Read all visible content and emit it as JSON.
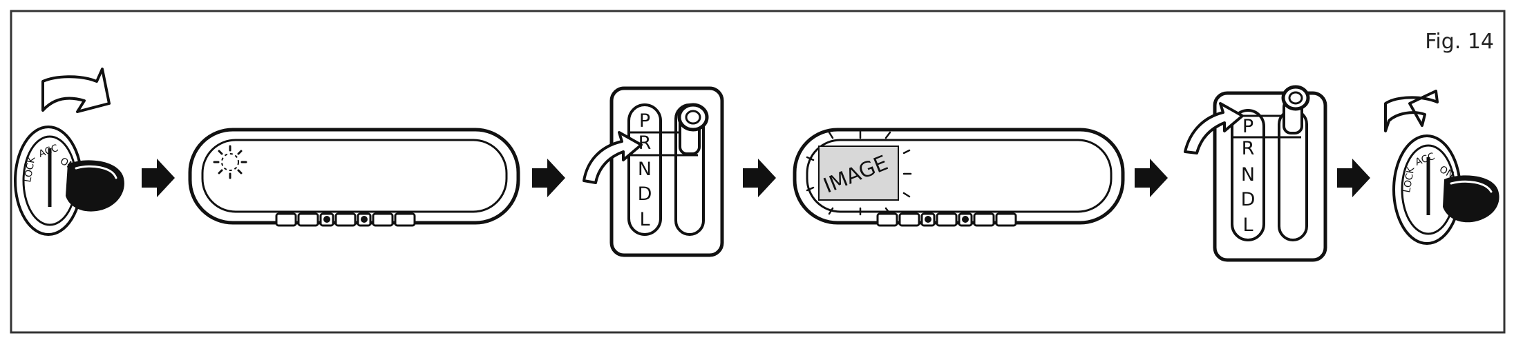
{
  "figure_label": "Fig. 14",
  "mirror_image_label": "IMAGE",
  "gear_positions": [
    "P",
    "R",
    "N",
    "D",
    "L"
  ],
  "steps": [
    {
      "icon": "ignition-key-turn-on-icon"
    },
    {
      "icon": "mirror-indicator-blinking-icon"
    },
    {
      "icon": "shift-lever-park-to-reverse-icon"
    },
    {
      "icon": "mirror-image-displayed-icon"
    },
    {
      "icon": "shift-lever-reverse-to-park-icon"
    },
    {
      "icon": "ignition-key-turn-off-icon"
    }
  ],
  "colors": {
    "line": "#1a1a1a",
    "screen": "#f0f0f0",
    "image_fill": "#d8d8d8",
    "key": "#111111"
  }
}
